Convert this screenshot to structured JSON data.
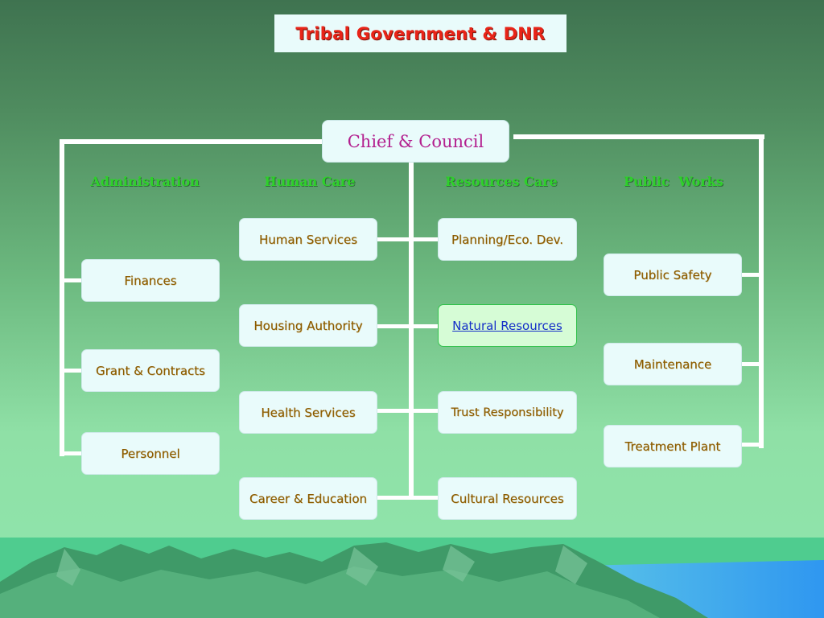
{
  "title": "Tribal Government & DNR",
  "chief": "Chief & Council",
  "headings": {
    "administration": "Administration",
    "human_care": "Human Care",
    "resources_care": "Resources Care",
    "public_works": "Public  Works"
  },
  "administration": [
    "Finances",
    "Grant & Contracts",
    "Personnel"
  ],
  "human_care": [
    "Human Services",
    "Housing Authority",
    "Health Services",
    "Career & Education"
  ],
  "resources_care": [
    "Planning/Eco. Dev.",
    "Natural Resources",
    "Trust Responsibility",
    "Cultural Resources"
  ],
  "public_works": [
    "Public Safety",
    "Maintenance",
    "Treatment Plant"
  ],
  "colors": {
    "title": "#e82418",
    "chief": "#b3208f",
    "heading": "#2ed12a",
    "node_text": "#8a5a00",
    "link": "#1530c8"
  }
}
